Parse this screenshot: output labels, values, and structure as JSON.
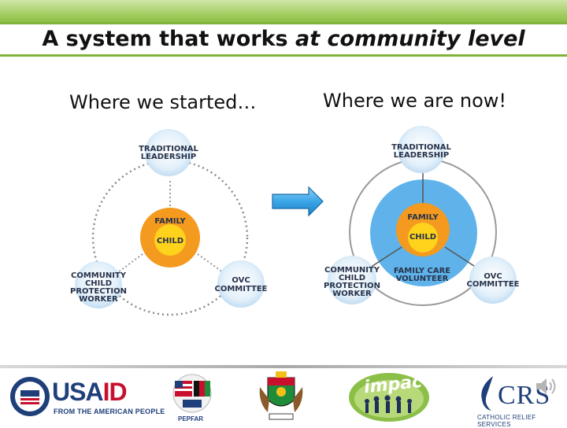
{
  "slide": {
    "title_plain": "A system that works ",
    "title_italic": "at community level",
    "left_heading": "Where we started…",
    "right_heading": "Where we are now!"
  },
  "left_diagram": {
    "traditional": [
      "TRADITIONAL",
      "LEADERSHIP"
    ],
    "family": "FAMILY",
    "child": "CHILD",
    "cpw": [
      "COMMUNITY",
      "CHILD",
      "PROTECTION",
      "WORKER"
    ],
    "ovc": [
      "OVC",
      "COMMITTEE"
    ]
  },
  "right_diagram": {
    "traditional": [
      "TRADITIONAL",
      "LEADERSHIP"
    ],
    "family": "FAMILY",
    "child": "CHILD",
    "cpw": [
      "COMMUNITY",
      "CHILD",
      "PROTECTION",
      "WORKER"
    ],
    "fcv": [
      "FAMILY CARE",
      "VOLUNTEER"
    ],
    "ovc": [
      "OVC",
      "COMMITTEE"
    ]
  },
  "colors": {
    "orange": "#f39a1f",
    "yellow": "#ffd21c",
    "light_blue": "#c9e2f5",
    "mid_blue": "#5fb3ea",
    "arrow_blue": "#3aa6e8",
    "green": "#8cbf48"
  },
  "logos": {
    "usaid": {
      "left": "USA",
      "right": "ID",
      "tagline": "FROM THE AMERICAN PEOPLE"
    },
    "pepfar": "PEPFAR",
    "crs": {
      "name": "CRS",
      "tagline": "CATHOLIC RELIEF SERVICES"
    },
    "impact": "impact",
    "speaker": "speaker-icon"
  }
}
